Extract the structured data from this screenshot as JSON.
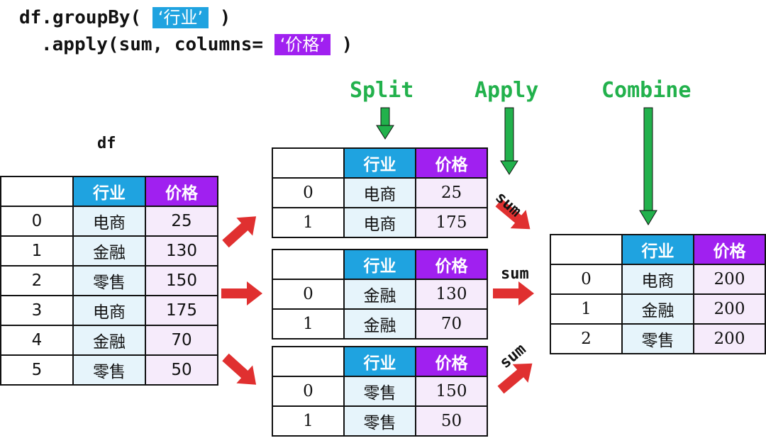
{
  "code": {
    "line1_prefix": "df.groupBy(",
    "line1_arg": "‘行业’",
    "line1_suffix": ")",
    "line2_prefix": ".apply(sum, columns=",
    "line2_arg": "‘价格’",
    "line2_suffix": ")"
  },
  "stages": {
    "split": "Split",
    "apply": "Apply",
    "combine": "Combine"
  },
  "df_label": "df",
  "sum_label": "sum",
  "headers": {
    "industry": "行业",
    "price": "价格"
  },
  "colors": {
    "industry": "#1fa3e0",
    "price": "#a020f0",
    "stage": "#22b14c",
    "arrow": "#e03030"
  },
  "df_table": {
    "rows": [
      {
        "idx": "0",
        "industry": "电商",
        "price": "25"
      },
      {
        "idx": "1",
        "industry": "金融",
        "price": "130"
      },
      {
        "idx": "2",
        "industry": "零售",
        "price": "150"
      },
      {
        "idx": "3",
        "industry": "电商",
        "price": "175"
      },
      {
        "idx": "4",
        "industry": "金融",
        "price": "70"
      },
      {
        "idx": "5",
        "industry": "零售",
        "price": "50"
      }
    ]
  },
  "split_tables": [
    {
      "rows": [
        {
          "idx": "0",
          "industry": "电商",
          "price": "25"
        },
        {
          "idx": "1",
          "industry": "电商",
          "price": "175"
        }
      ]
    },
    {
      "rows": [
        {
          "idx": "0",
          "industry": "金融",
          "price": "130"
        },
        {
          "idx": "1",
          "industry": "金融",
          "price": "70"
        }
      ]
    },
    {
      "rows": [
        {
          "idx": "0",
          "industry": "零售",
          "price": "150"
        },
        {
          "idx": "1",
          "industry": "零售",
          "price": "50"
        }
      ]
    }
  ],
  "combined_table": {
    "rows": [
      {
        "idx": "0",
        "industry": "电商",
        "price": "200"
      },
      {
        "idx": "1",
        "industry": "金融",
        "price": "200"
      },
      {
        "idx": "2",
        "industry": "零售",
        "price": "200"
      }
    ]
  }
}
